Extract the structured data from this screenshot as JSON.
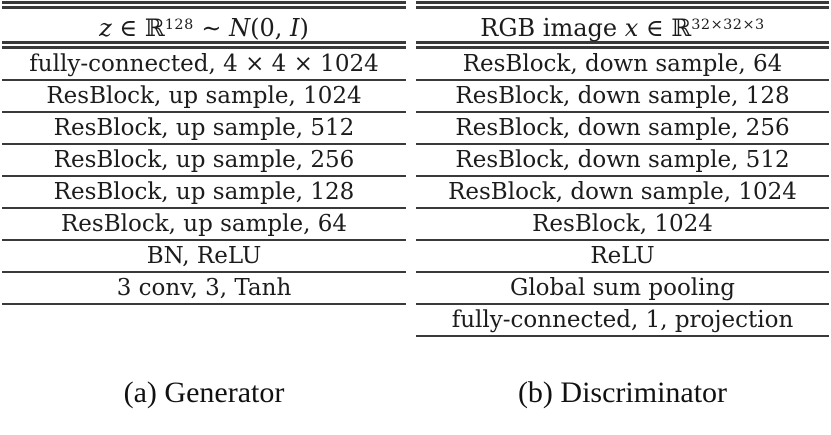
{
  "figure": {
    "colors": {
      "text": "#1c1c1c",
      "rule": "#3a3a3a",
      "background": "#ffffff"
    },
    "tables": [
      {
        "name": "generator",
        "header_segments": [
          {
            "style": "italic",
            "text": "z"
          },
          {
            "style": "normal",
            "text": " ∈ "
          },
          {
            "style": "bb",
            "text": "ℝ"
          },
          {
            "style": "sup",
            "text": "128"
          },
          {
            "style": "normal",
            "text": " ∼ "
          },
          {
            "style": "italic",
            "text": "N"
          },
          {
            "style": "normal",
            "text": "(0"
          },
          {
            "style": "normal",
            "text": ", "
          },
          {
            "style": "italic",
            "text": "I"
          },
          {
            "style": "normal",
            "text": ")"
          }
        ],
        "rows": [
          "fully-connected, 4 × 4 × 1024",
          "ResBlock, up sample, 1024",
          "ResBlock, up sample, 512",
          "ResBlock, up sample, 256",
          "ResBlock, up sample, 128",
          "ResBlock, up sample, 64",
          "BN, ReLU",
          "3 conv, 3, Tanh"
        ],
        "caption": "(a) Generator"
      },
      {
        "name": "discriminator",
        "header_segments": [
          {
            "style": "normal",
            "text": "RGB image "
          },
          {
            "style": "italic",
            "text": "x"
          },
          {
            "style": "normal",
            "text": " ∈ "
          },
          {
            "style": "bb",
            "text": "ℝ"
          },
          {
            "style": "sup",
            "text": "32×32×3"
          }
        ],
        "rows": [
          "ResBlock, down sample, 64",
          "ResBlock, down sample, 128",
          "ResBlock, down sample, 256",
          "ResBlock, down sample, 512",
          "ResBlock, down sample, 1024",
          "ResBlock, 1024",
          "ReLU",
          "Global sum pooling",
          "fully-connected, 1, projection"
        ],
        "caption": "(b) Discriminator"
      }
    ]
  }
}
